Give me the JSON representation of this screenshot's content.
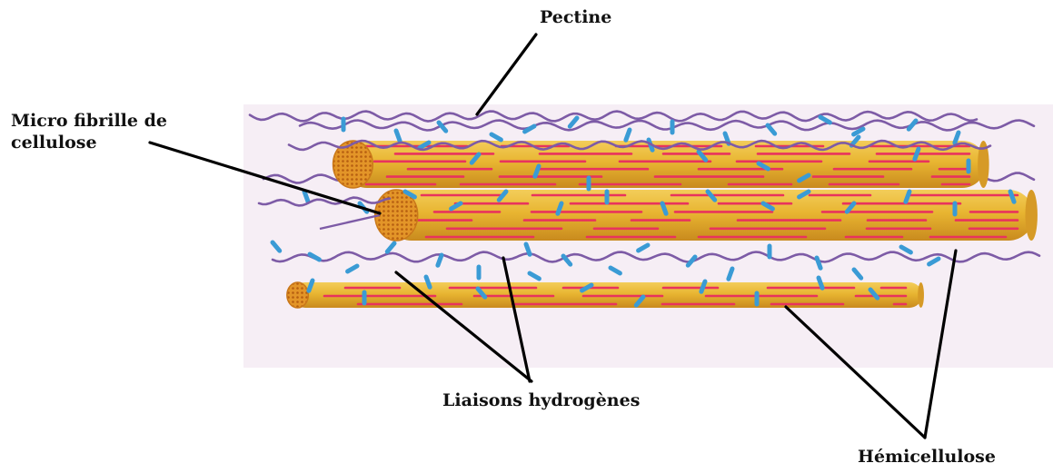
{
  "labels": {
    "pectine": "Pectine",
    "micro_fibrille_line1": "Micro fibrille de",
    "micro_fibrille_line2": "cellulose",
    "liaisons": "Liaisons hydrogènes",
    "hemicellulose": "Hémicellulose"
  },
  "colors": {
    "cellulose_fibril": "#E8B531",
    "cellulose_end": "#D4801E",
    "cellulose_strand": "#E8335D",
    "hemicellulose_link": "#3A9BD5",
    "pectine_strand": "#7D5BA6",
    "background_band": "#F6EEF5",
    "leader_line": "#000000"
  }
}
